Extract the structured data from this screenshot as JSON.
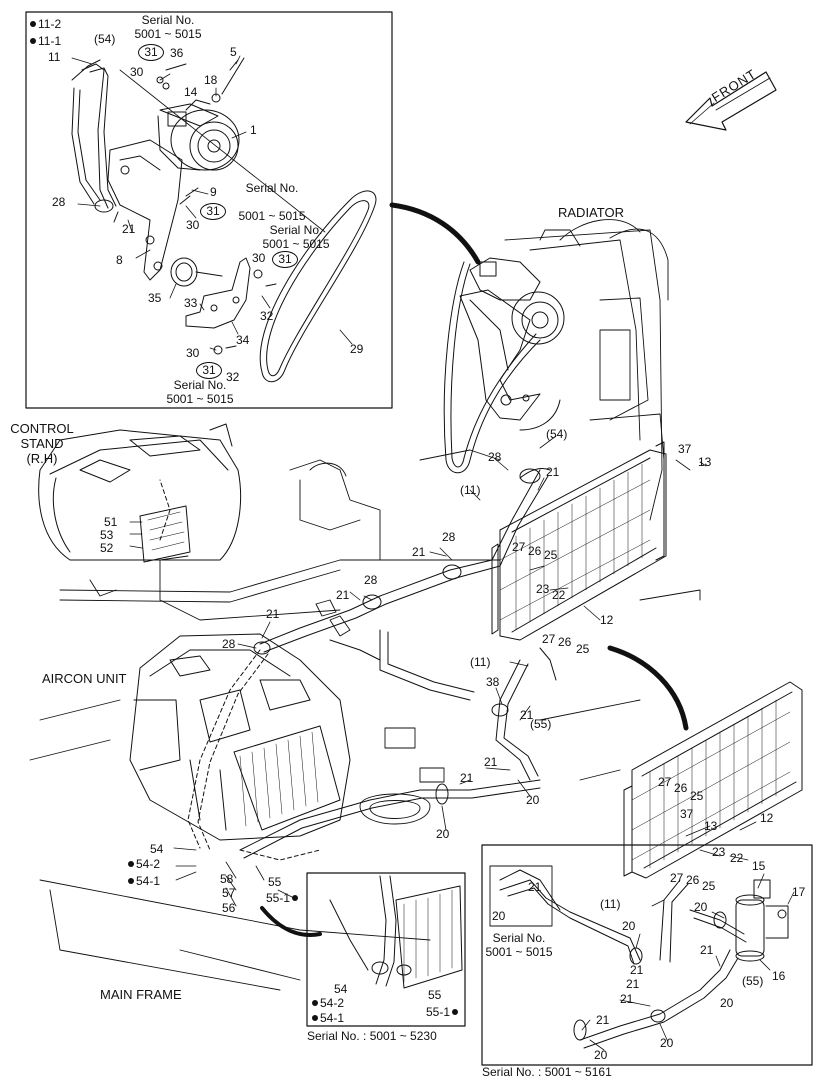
{
  "section_labels": {
    "radiator": "RADIATOR",
    "control_stand_1": "CONTROL",
    "control_stand_2": "STAND",
    "control_stand_3": "(R.H)",
    "aircon_unit": "AIRCON UNIT",
    "main_frame": "MAIN FRAME",
    "front": "FRONT"
  },
  "serials": {
    "sn_label": "Serial No.",
    "range_5015": "5001 ~ 5015",
    "inset_bottom_left": "Serial No. : 5001 ~ 5230",
    "inset_bottom_right": "Serial No. : 5001 ~ 5161"
  },
  "parts": {
    "p1": "1",
    "p5": "5",
    "p8": "8",
    "p9": "9",
    "p11": "11",
    "p11_1": "11-1",
    "p11_2": "11-2",
    "p11p": "(11)",
    "p12": "12",
    "p13": "13",
    "p14": "14",
    "p15": "15",
    "p16": "16",
    "p17": "17",
    "p18": "18",
    "p20": "20",
    "p21": "21",
    "p22": "22",
    "p23": "23",
    "p25": "25",
    "p26": "26",
    "p27": "27",
    "p28": "28",
    "p29": "29",
    "p30": "30",
    "p31": "31",
    "p32": "32",
    "p33": "33",
    "p34": "34",
    "p35": "35",
    "p36": "36",
    "p37": "37",
    "p38": "38",
    "p51": "51",
    "p52": "52",
    "p53": "53",
    "p54": "54",
    "p54p": "(54)",
    "p54_1": "54-1",
    "p54_2": "54-2",
    "p55": "55",
    "p55p": "(55)",
    "p55_1": "55-1",
    "p56": "56",
    "p57": "57",
    "p58": "58"
  }
}
